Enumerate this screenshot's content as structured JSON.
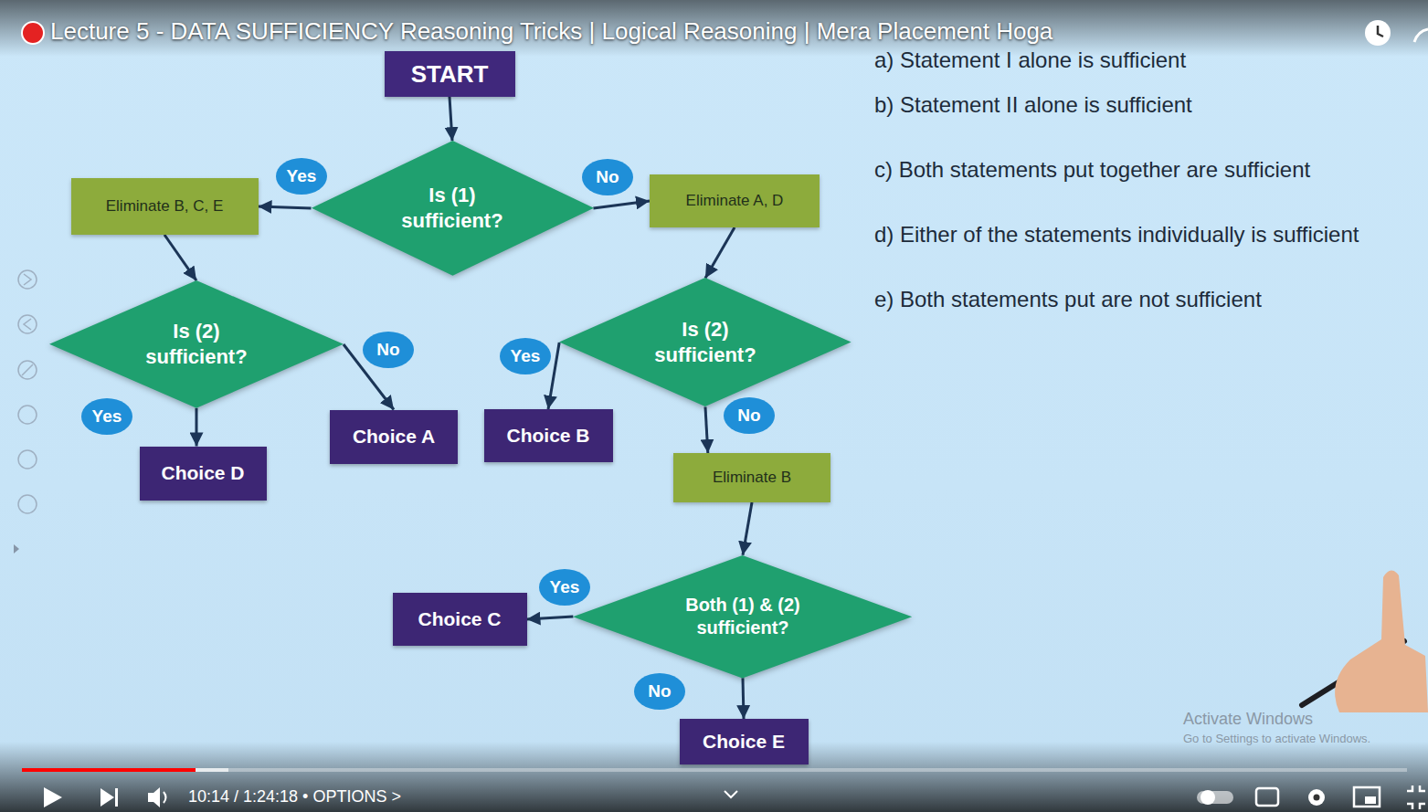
{
  "diagram": {
    "title": "Lecture 5 - DATA SUFFICIENCY Reasoning Tricks | Logical Reasoning | Mera Placement Hoga",
    "nodes": [
      {
        "text": [
          "START"
        ]
      },
      {
        "text": [
          "Is (1) sufficient?"
        ]
      },
      {
        "text": [
          "Eliminate B, C, E"
        ]
      },
      {
        "text": [
          "Eliminate A, D"
        ]
      },
      {
        "text": [
          "Is (2) sufficient?"
        ]
      },
      {
        "text": [
          "Is (2) sufficient?"
        ]
      },
      {
        "text": [
          "Choice D"
        ]
      },
      {
        "text": [
          "Choice A"
        ]
      },
      {
        "text": [
          "Choice B"
        ]
      },
      {
        "text": [
          "Eliminate B"
        ]
      },
      {
        "text": [
          "Both (1) & (2) sufficient?"
        ]
      },
      {
        "text": [
          "Choice C"
        ]
      },
      {
        "text": [
          "Choice E"
        ]
      }
    ],
    "edges": [
      {
        "from": 0,
        "to": 1,
        "arrow": "to"
      },
      {
        "from": 1,
        "to": 2,
        "label": "Yes",
        "arrow": "to"
      },
      {
        "from": 1,
        "to": 3,
        "label": "No",
        "arrow": "to"
      },
      {
        "from": 2,
        "to": 4,
        "arrow": "to"
      },
      {
        "from": 3,
        "to": 5,
        "arrow": "to"
      },
      {
        "from": 4,
        "to": 6,
        "label": "Yes",
        "arrow": "to"
      },
      {
        "from": 4,
        "to": 7,
        "label": "No",
        "arrow": "to"
      },
      {
        "from": 5,
        "to": 8,
        "label": "Yes",
        "arrow": "to"
      },
      {
        "from": 5,
        "to": 9,
        "label": "No",
        "arrow": "to"
      },
      {
        "from": 9,
        "to": 10,
        "arrow": "to"
      },
      {
        "from": 10,
        "to": 11,
        "label": "Yes",
        "arrow": "to"
      },
      {
        "from": 10,
        "to": 12,
        "label": "No",
        "arrow": "to"
      }
    ],
    "labels": [
      "a) Statement I alone is sufficient",
      "b) Statement II alone is sufficient",
      "c) Both statements put together are sufficient",
      "d) Either of the statements individually is sufficient",
      "e) Both statements put are not sufficient",
      "10:14 / 1:24:18 • OPTIONS >",
      "Activate Windows",
      "Go to Settings to activate Windows."
    ]
  }
}
